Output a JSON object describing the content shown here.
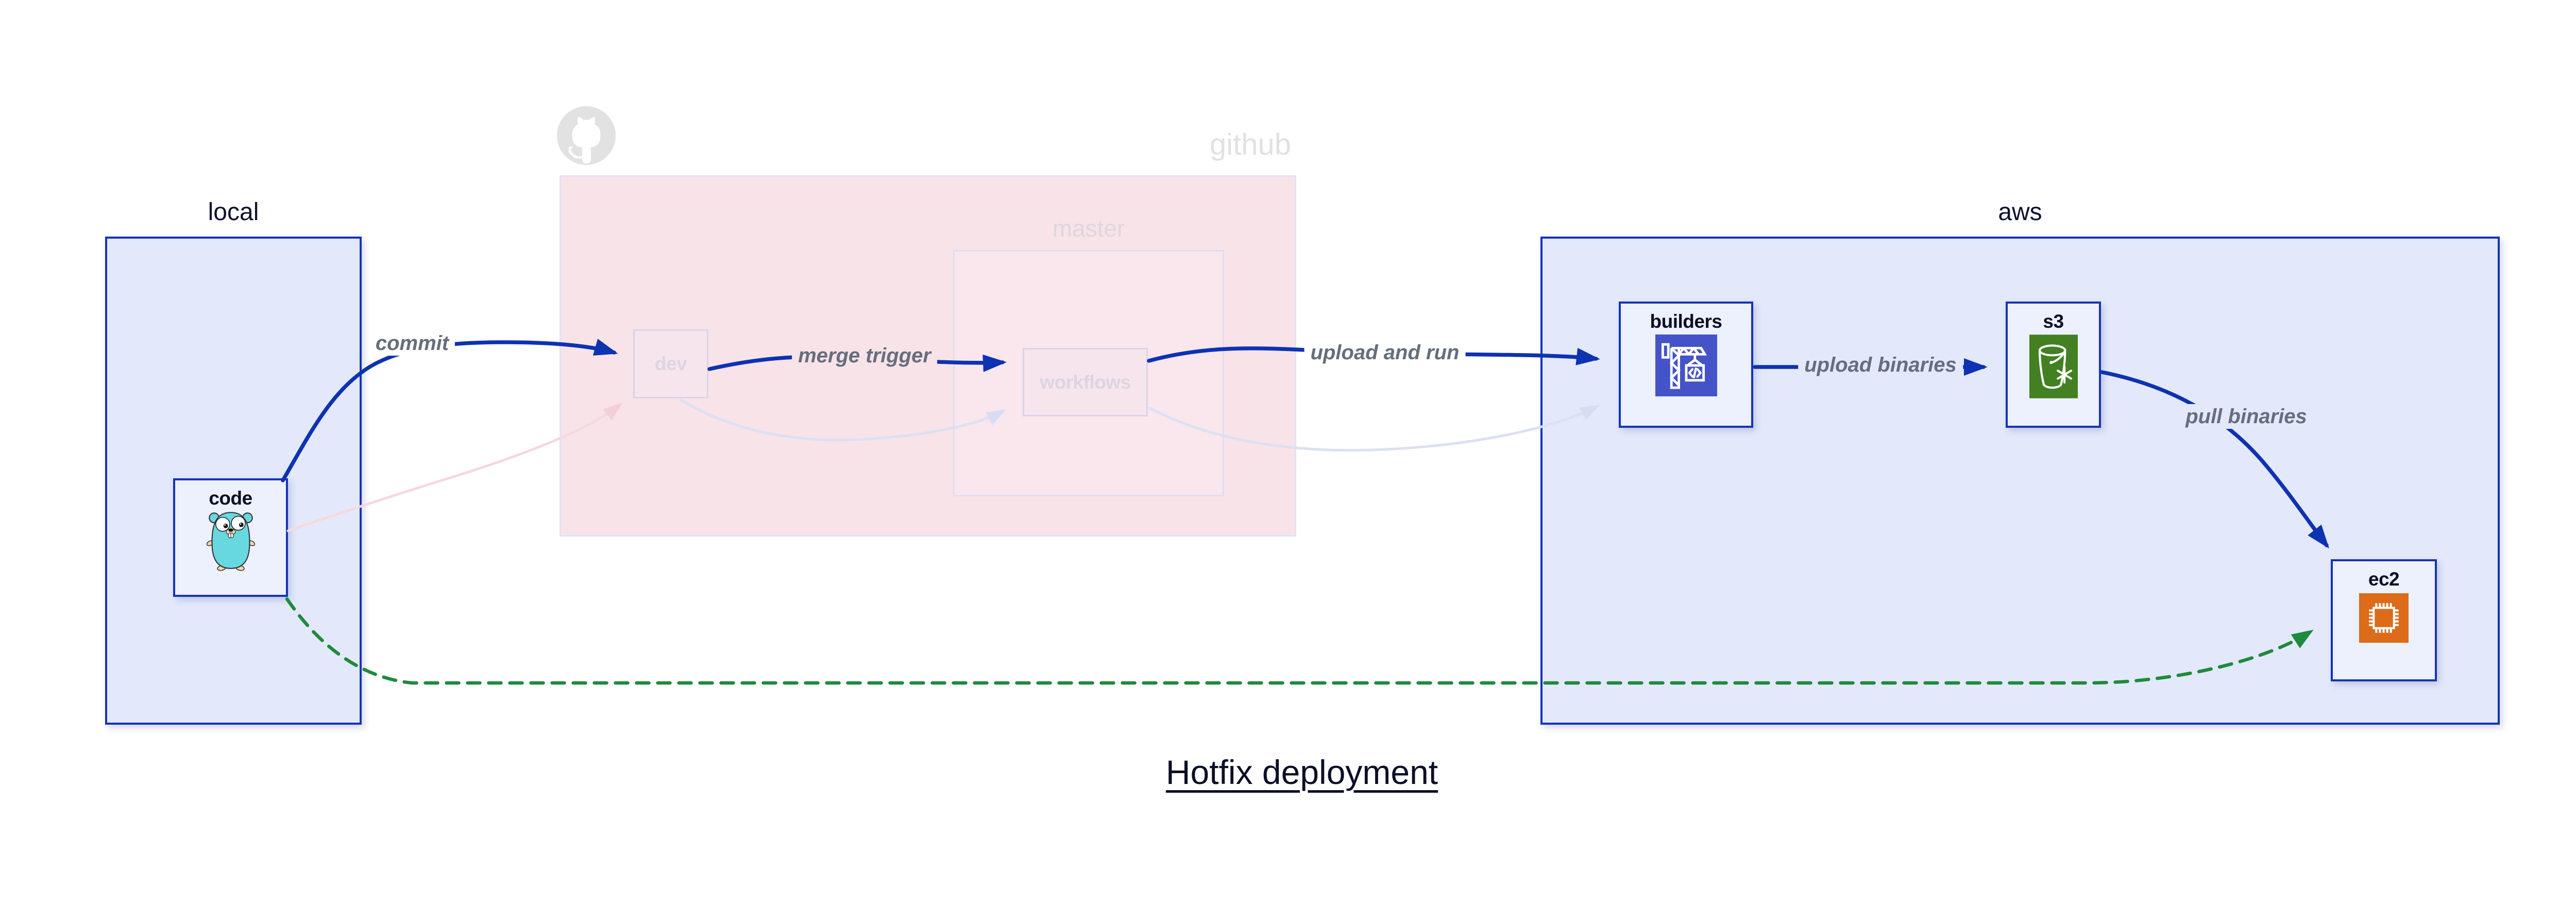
{
  "title": {
    "text": "Hotfix deployment"
  },
  "containers": {
    "local": {
      "label": "local"
    },
    "github": {
      "label": "github",
      "logo_icon": "github-octocat-icon",
      "state": "faded"
    },
    "master": {
      "label": "master",
      "state": "faded"
    },
    "aws": {
      "label": "aws"
    }
  },
  "nodes": {
    "code": {
      "label": "code",
      "icon": "go-gopher-icon"
    },
    "dev": {
      "label": "dev",
      "state": "faded"
    },
    "workflows": {
      "label": "workflows",
      "state": "faded"
    },
    "builders": {
      "label": "builders",
      "icon": "aws-codebuild-icon"
    },
    "s3": {
      "label": "s3",
      "icon": "aws-s3-glacier-icon"
    },
    "ec2": {
      "label": "ec2",
      "icon": "aws-ec2-icon"
    }
  },
  "edges": {
    "commit": {
      "label": "commit",
      "from": "code",
      "to": "dev",
      "style": "solid-blue"
    },
    "merge_trigger": {
      "label": "merge trigger",
      "from": "dev",
      "to": "workflows",
      "style": "solid-blue"
    },
    "upload_and_run": {
      "label": "upload and run",
      "from": "workflows",
      "to": "builders",
      "style": "solid-blue"
    },
    "upload_binaries": {
      "label": "upload binaries",
      "from": "builders",
      "to": "s3",
      "style": "solid-blue"
    },
    "pull_binaries": {
      "label": "pull binaries",
      "from": "s3",
      "to": "ec2",
      "style": "solid-blue"
    },
    "hotfix_path": {
      "from": "code",
      "to": "ec2",
      "style": "dashed-green"
    },
    "faded_flow_1": {
      "from": "code",
      "to": "dev",
      "style": "faded-pink"
    },
    "faded_flow_2": {
      "from": "dev",
      "to": "workflows",
      "style": "faded-lavender"
    },
    "faded_flow_3": {
      "from": "workflows",
      "to": "builders",
      "style": "faded-lavender"
    }
  },
  "colors": {
    "arrow_blue": "#0D32B2",
    "container_fill": "#E3E9FB",
    "node_fill": "#EDF0FD",
    "github_fill": "#F8E3E9",
    "master_fill": "#F9E7ED",
    "faded_node_fill": "#F7E5ED",
    "dashed_green": "#1F8A3D",
    "faded_pink_edge": "#F5D9E0",
    "faded_lavender_edge": "#DCE0F3",
    "edge_label_gray": "#656E7C",
    "text_dark": "#0A0F25",
    "codebuild_icon_bg": "#4553C8",
    "s3_glacier_icon_bg": "#428021",
    "ec2_icon_bg": "#DC6B1A",
    "gopher_body": "#67D8E0",
    "octocat_gray": "#E2E2E2"
  }
}
